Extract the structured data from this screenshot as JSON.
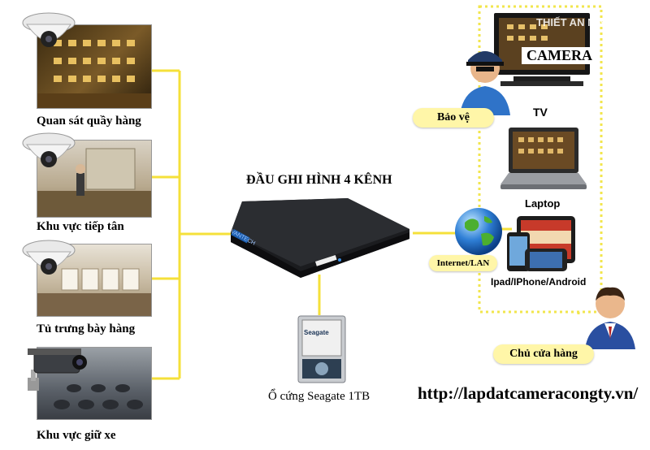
{
  "cameras": [
    {
      "label": "Quan sát quầy hàng"
    },
    {
      "label": "Khu vực tiếp tân"
    },
    {
      "label": "Tủ trưng bày hàng"
    },
    {
      "label": "Khu vực giữ xe"
    }
  ],
  "recorder": {
    "title": "ĐẦU GHI HÌNH 4 KÊNH",
    "brand": "VANTECH"
  },
  "storage": {
    "label": "Ổ cứng Seagate 1TB",
    "brand": "Seagate"
  },
  "network": {
    "label": "Internet/LAN"
  },
  "devices": {
    "tv": "TV",
    "laptop": "Laptop",
    "mobile": "Ipad/IPhone/Android"
  },
  "tv_overlay": {
    "title": "CAMERA",
    "watermark": "THIẾT AN NINH"
  },
  "people": {
    "guard": "Bảo vệ",
    "owner": "Chủ cửa hàng"
  },
  "website": "http://lapdatcameracongty.vn/",
  "colors": {
    "line": "#f5e03a",
    "dotted": "#f2e64d",
    "bubble": "#fff6a8"
  }
}
